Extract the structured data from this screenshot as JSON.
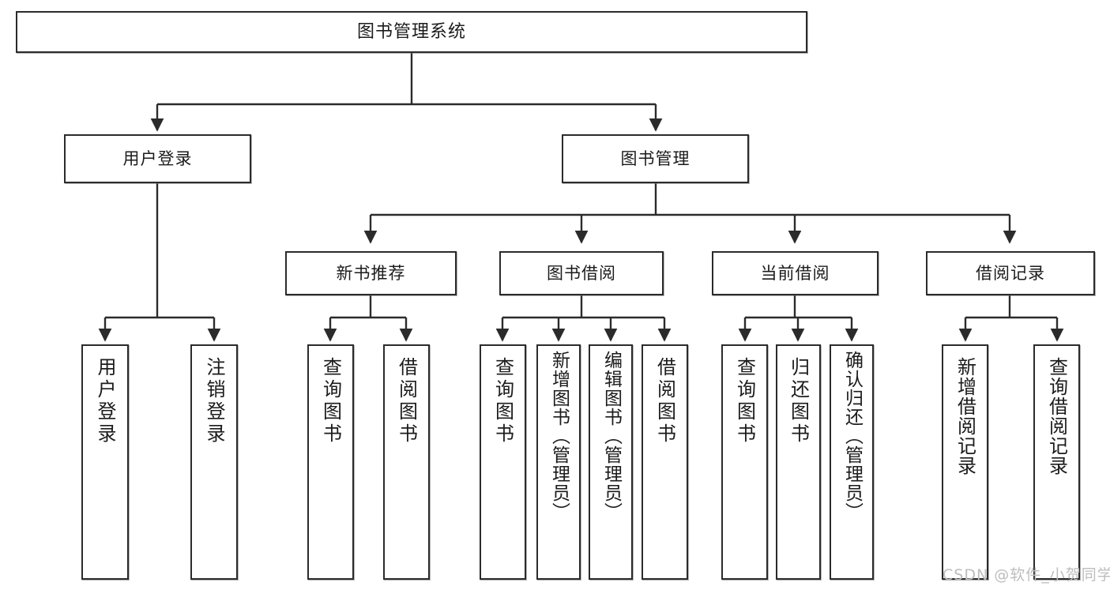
{
  "diagram": {
    "type": "tree",
    "title": "图书管理系统",
    "orientation": "top-down",
    "colors": {
      "node_border": "#2b2b2b",
      "node_fill": "#ffffff",
      "edge": "#2b2b2b",
      "background": "#ffffff",
      "watermark": "#bdbdbd"
    },
    "nodes": {
      "root": {
        "label": "图书管理系统"
      },
      "level1": [
        {
          "id": "user-login",
          "label": "用户登录"
        },
        {
          "id": "book-manage",
          "label": "图书管理"
        }
      ],
      "level2": [
        {
          "id": "new-book-recommend",
          "label": "新书推荐"
        },
        {
          "id": "book-borrow",
          "label": "图书借阅"
        },
        {
          "id": "current-borrow",
          "label": "当前借阅"
        },
        {
          "id": "borrow-record",
          "label": "借阅记录"
        }
      ],
      "leaves": [
        {
          "id": "leaf-user-login",
          "parent": "user-login",
          "label": "用户登录"
        },
        {
          "id": "leaf-logout",
          "parent": "user-login",
          "label": "注销登录"
        },
        {
          "id": "leaf-query-book-1",
          "parent": "new-book-recommend",
          "label": "查询图书"
        },
        {
          "id": "leaf-borrow-book-1",
          "parent": "new-book-recommend",
          "label": "借阅图书"
        },
        {
          "id": "leaf-query-book-2",
          "parent": "book-borrow",
          "label": "查询图书"
        },
        {
          "id": "leaf-add-book",
          "parent": "book-borrow",
          "label": "新增图书（管理员）"
        },
        {
          "id": "leaf-edit-book",
          "parent": "book-borrow",
          "label": "编辑图书（管理员）"
        },
        {
          "id": "leaf-borrow-book-2",
          "parent": "book-borrow",
          "label": "借阅图书"
        },
        {
          "id": "leaf-query-book-3",
          "parent": "current-borrow",
          "label": "查询图书"
        },
        {
          "id": "leaf-return-book",
          "parent": "current-borrow",
          "label": "归还图书"
        },
        {
          "id": "leaf-confirm-return",
          "parent": "current-borrow",
          "label": "确认归还（管理员）"
        },
        {
          "id": "leaf-add-record",
          "parent": "borrow-record",
          "label": "新增借阅记录"
        },
        {
          "id": "leaf-query-record",
          "parent": "borrow-record",
          "label": "查询借阅记录"
        }
      ]
    }
  },
  "watermark": {
    "text": "CSDN @软件_小贺同学"
  }
}
